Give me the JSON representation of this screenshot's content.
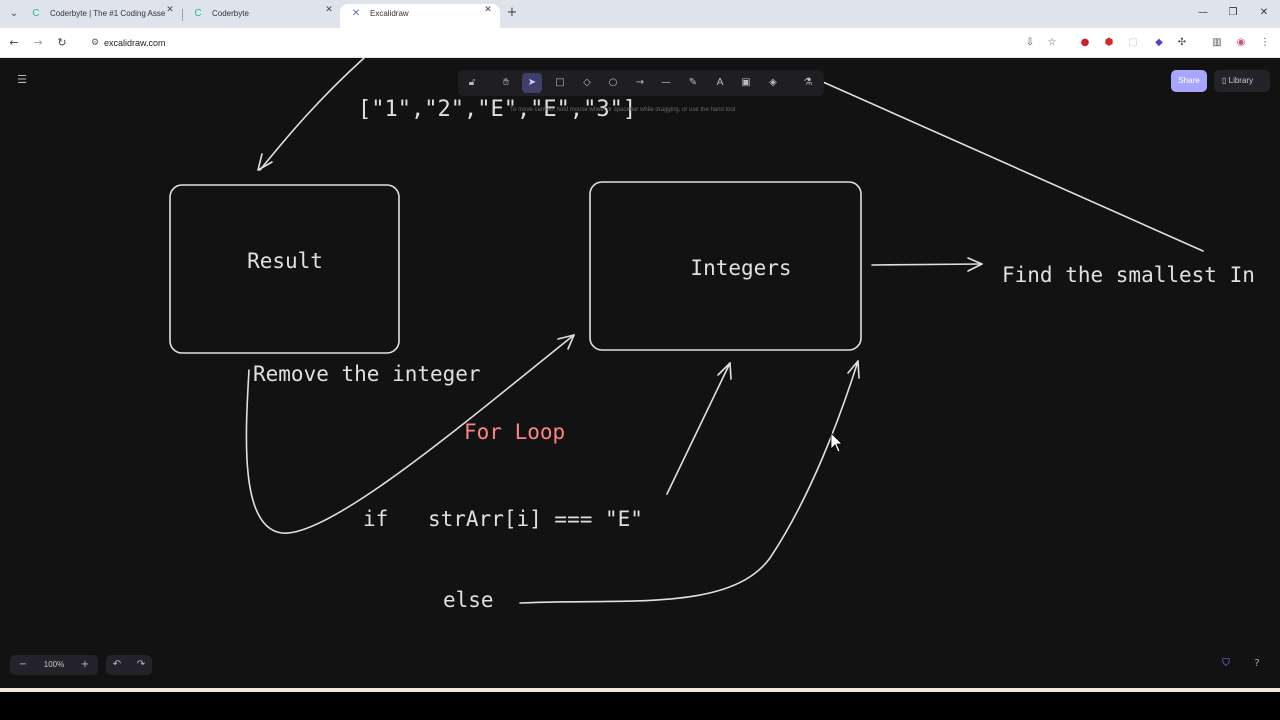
{
  "tabs": [
    {
      "title": "Coderbyte | The #1 Coding Asse",
      "icon": "coderbyte-icon",
      "active": false
    },
    {
      "title": "Coderbyte",
      "icon": "coderbyte-icon",
      "active": false
    },
    {
      "title": "Excalidraw",
      "icon": "excalidraw-icon",
      "active": true
    }
  ],
  "address": {
    "url": "excalidraw.com"
  },
  "excalidraw": {
    "share_label": "Share",
    "library_label": "Library",
    "zoom": "100%",
    "hint": "To move canvas, hold mouse wheel or spacebar while dragging, or use the hand tool",
    "tools": [
      "lock-icon",
      "hand-icon",
      "selection-icon",
      "rectangle-icon",
      "diamond-icon",
      "ellipse-icon",
      "arrow-icon",
      "line-icon",
      "pencil-icon",
      "text-icon",
      "image-icon",
      "eraser-icon",
      "ai-tools-icon"
    ]
  },
  "drawing": {
    "array_text": "[\"1\",\"2\",\"E\",\"E\",\"3\"]",
    "result_label": "Result",
    "integers_label": "Integers",
    "find_label": "Find the smallest In",
    "remove_label": "Remove the integer",
    "for_loop_label": "For Loop",
    "if_label": "if",
    "condition_label": "strArr[i] === \"E\"",
    "else_label": "else",
    "for_loop_color": "#ff8383",
    "stroke_color": "#e0e0e0"
  }
}
